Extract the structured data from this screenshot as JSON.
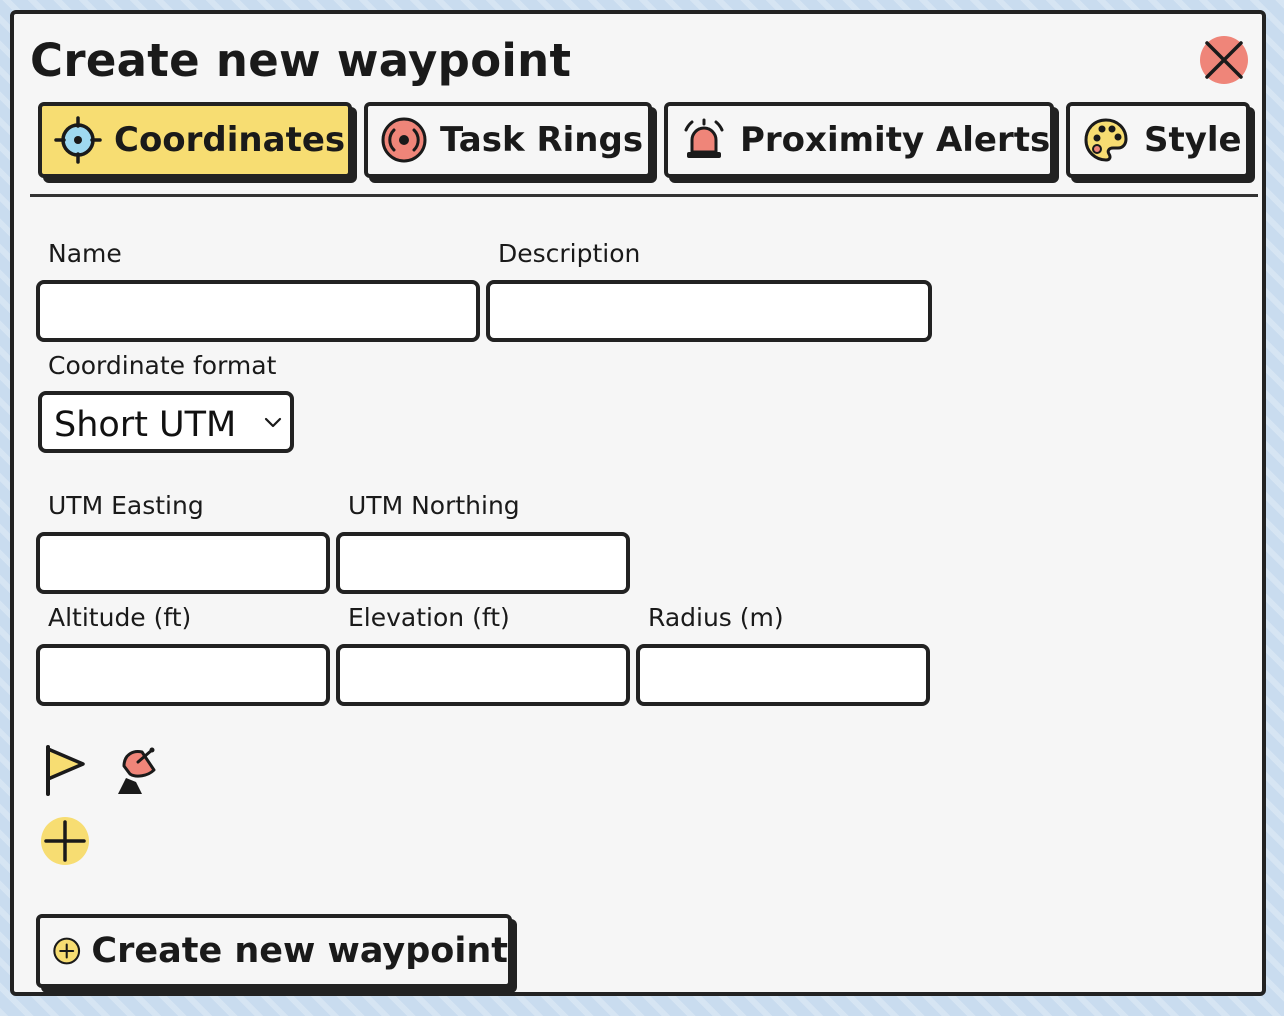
{
  "dialog": {
    "title": "Create new waypoint",
    "close_icon": "close-x-icon"
  },
  "tabs": [
    {
      "label": "Coordinates",
      "icon": "crosshair-icon",
      "active": true
    },
    {
      "label": "Task Rings",
      "icon": "target-rings-icon",
      "active": false
    },
    {
      "label": "Proximity Alerts",
      "icon": "alarm-bell-icon",
      "active": false
    },
    {
      "label": "Style",
      "icon": "palette-icon",
      "active": false
    }
  ],
  "form": {
    "name": {
      "label": "Name",
      "value": ""
    },
    "description": {
      "label": "Description",
      "value": ""
    },
    "coordinate_format": {
      "label": "Coordinate format",
      "selected": "Short UTM"
    },
    "utm_easting": {
      "label": "UTM Easting",
      "value": ""
    },
    "utm_northing": {
      "label": "UTM Northing",
      "value": ""
    },
    "altitude": {
      "label": "Altitude (ft)",
      "value": ""
    },
    "elevation": {
      "label": "Elevation (ft)",
      "value": ""
    },
    "radius": {
      "label": "Radius (m)",
      "value": ""
    }
  },
  "markers": {
    "flag_icon": "flag-icon",
    "dish_icon": "satellite-dish-icon",
    "add_icon": "plus-circle-icon"
  },
  "footer": {
    "create_label": "Create new waypoint",
    "create_icon": "plus-circle-icon"
  },
  "colors": {
    "active_tab": "#f7dd72",
    "close": "#ef8579",
    "accent_yellow": "#f7dd72",
    "accent_red": "#ef8579",
    "accent_blue": "#9fd9f0"
  }
}
